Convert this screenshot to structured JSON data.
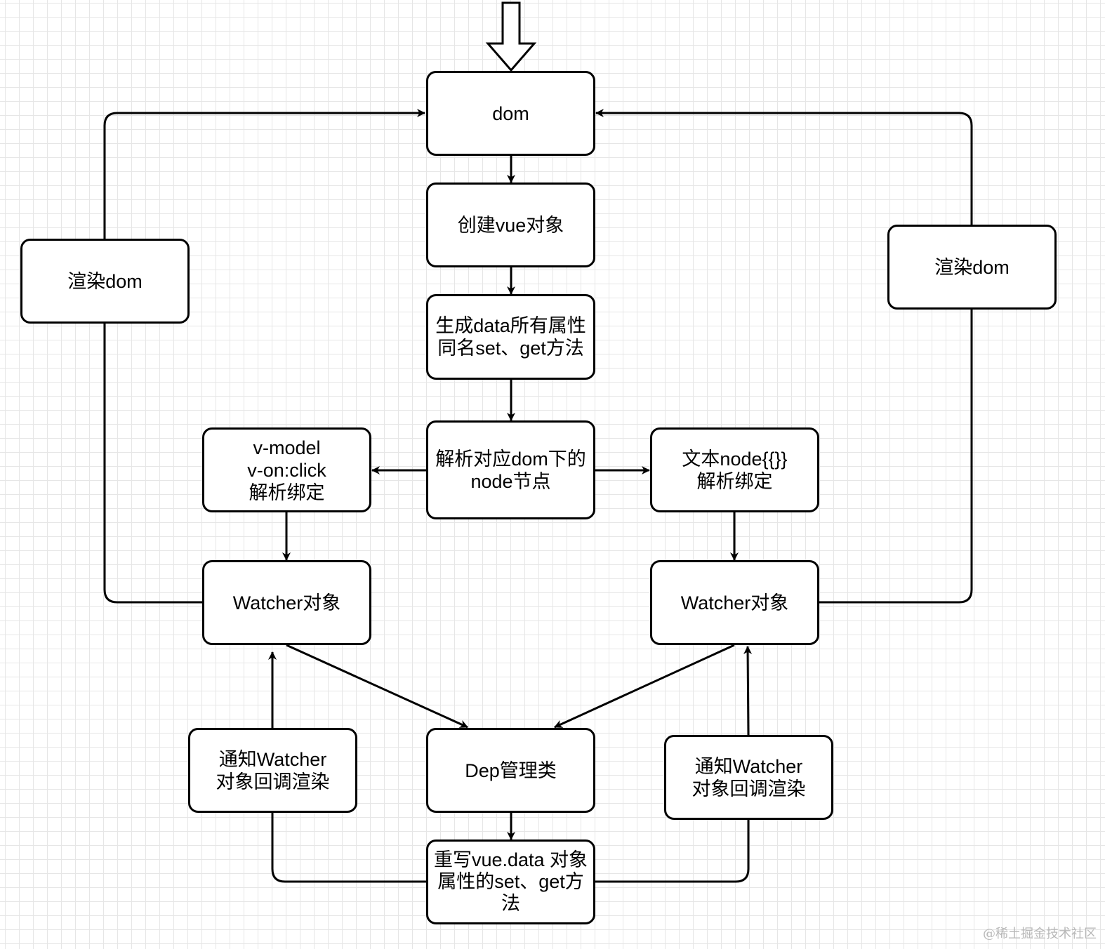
{
  "nodes": {
    "dom": "dom",
    "create_vue": "创建vue对象",
    "gen_data_setget": "生成data所有属性\n同名set、get方法",
    "parse_nodes": "解析对应dom下的\nnode节点",
    "vmodel_bind": "v-model\nv-on:click\n解析绑定",
    "text_node_bind": "文本node{{}}\n解析绑定",
    "render_dom_left": "渲染dom",
    "render_dom_right": "渲染dom",
    "watcher_left": "Watcher对象",
    "watcher_right": "Watcher对象",
    "notify_left": "通知Watcher\n对象回调渲染",
    "notify_right": "通知Watcher\n对象回调渲染",
    "dep": "Dep管理类",
    "rewrite_setget": "重写vue.data 对象\n属性的set、get方\n法"
  },
  "watermark": "@稀土掘金技术社区"
}
